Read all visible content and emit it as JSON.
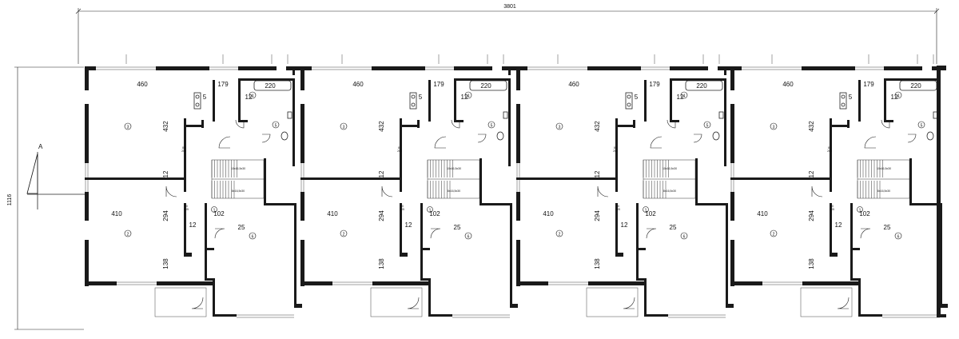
{
  "overall": {
    "width_label": "3801",
    "height_label": "1116",
    "section_mark": "A"
  },
  "unit_labels": {
    "room1": "460",
    "width179": "179",
    "width220": "220",
    "bath5": "5",
    "height432": "432",
    "wall12a": "12",
    "wall12b": "12",
    "width410": "410",
    "height294": "294",
    "width102": "102",
    "door25": "25",
    "height138": "138",
    "wall12c": "12",
    "n1": "1",
    "n2": "2",
    "n3": "3",
    "n4": "4",
    "n5": "5",
    "n6": "6",
    "stair_top": "10x16,5x30",
    "stair_bottom": "8x16,5x30",
    "door_a": "80",
    "door_a2": "205",
    "door_b": "80",
    "door_b2": "205"
  },
  "units_count": 4
}
